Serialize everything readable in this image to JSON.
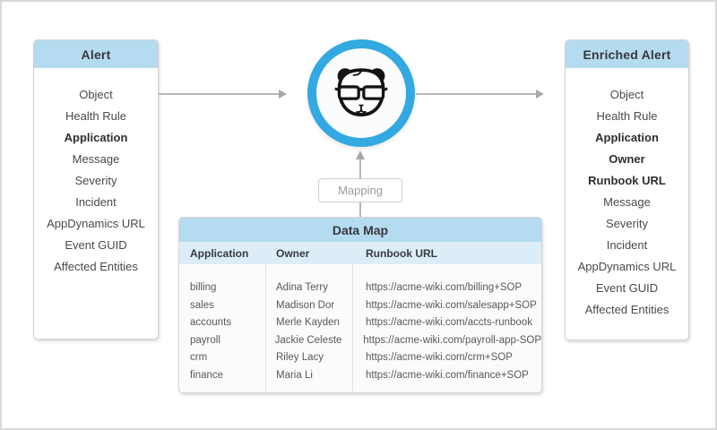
{
  "colors": {
    "accent_blue": "#32a9e1",
    "header_blue": "#b5dbf0",
    "subheader_blue": "#dcedf7",
    "arrow_gray": "#b7b7bc"
  },
  "alert_card": {
    "title": "Alert",
    "fields": [
      {
        "label": "Object",
        "bold": false
      },
      {
        "label": "Health Rule",
        "bold": false
      },
      {
        "label": "Application",
        "bold": true
      },
      {
        "label": "Message",
        "bold": false
      },
      {
        "label": "Severity",
        "bold": false
      },
      {
        "label": "Incident",
        "bold": false
      },
      {
        "label": "AppDynamics URL",
        "bold": false
      },
      {
        "label": "Event GUID",
        "bold": false
      },
      {
        "label": "Affected Entities",
        "bold": false
      }
    ]
  },
  "enriched_card": {
    "title": "Enriched Alert",
    "fields": [
      {
        "label": "Object",
        "bold": false
      },
      {
        "label": "Health Rule",
        "bold": false
      },
      {
        "label": "Application",
        "bold": true
      },
      {
        "label": "Owner",
        "bold": true
      },
      {
        "label": "Runbook URL",
        "bold": true
      },
      {
        "label": "Message",
        "bold": false
      },
      {
        "label": "Severity",
        "bold": false
      },
      {
        "label": "Incident",
        "bold": false
      },
      {
        "label": "AppDynamics URL",
        "bold": false
      },
      {
        "label": "Event GUID",
        "bold": false
      },
      {
        "label": "Affected Entities",
        "bold": false
      }
    ]
  },
  "center_icon": "bigpanda-panda-logo",
  "mapping_label": "Mapping",
  "data_map": {
    "title": "Data Map",
    "columns": [
      "Application",
      "Owner",
      "Runbook URL"
    ],
    "rows": [
      {
        "application": "billing",
        "owner": "Adina Terry",
        "runbook_url": "https://acme-wiki.com/billing+SOP"
      },
      {
        "application": "sales",
        "owner": "Madison Dor",
        "runbook_url": "https://acme-wiki.com/salesapp+SOP"
      },
      {
        "application": "accounts",
        "owner": "Merle Kayden",
        "runbook_url": "https://acme-wiki.com/accts-runbook"
      },
      {
        "application": "payroll",
        "owner": "Jackie Celeste",
        "runbook_url": "https://acme-wiki.com/payroll-app-SOP"
      },
      {
        "application": "crm",
        "owner": "Riley Lacy",
        "runbook_url": "https://acme-wiki.com/crm+SOP"
      },
      {
        "application": "finance",
        "owner": "Maria Li",
        "runbook_url": "https://acme-wiki.com/finance+SOP"
      }
    ]
  }
}
